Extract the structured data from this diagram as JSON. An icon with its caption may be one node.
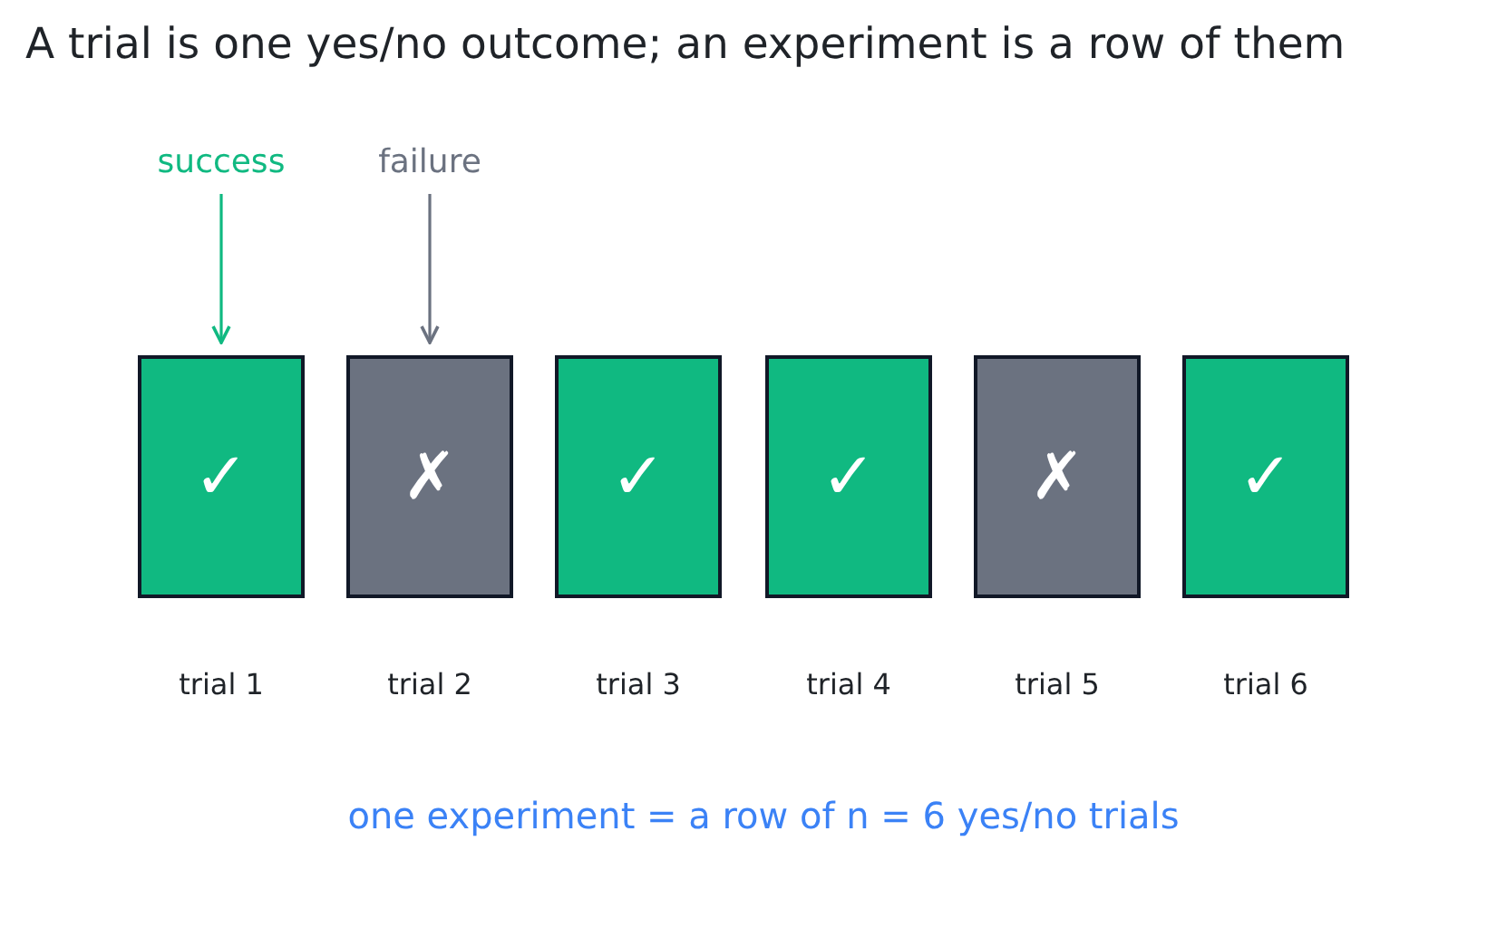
{
  "diagram": {
    "title": "A trial is one yes/no outcome; an experiment is a row of them",
    "caption": "one experiment = a row of n = 6 yes/no trials",
    "nodes": [
      {
        "text": [
          "success"
        ]
      },
      {
        "text": [
          "failure"
        ]
      },
      {
        "text": [
          "✓"
        ],
        "beside": [
          "trial 1"
        ]
      },
      {
        "text": [
          "✗"
        ],
        "beside": [
          "trial 2"
        ]
      },
      {
        "text": [
          "✓"
        ],
        "beside": [
          "trial 3"
        ]
      },
      {
        "text": [
          "✓"
        ],
        "beside": [
          "trial 4"
        ]
      },
      {
        "text": [
          "✗"
        ],
        "beside": [
          "trial 5"
        ]
      },
      {
        "text": [
          "✓"
        ],
        "beside": [
          "trial 6"
        ]
      }
    ],
    "edges": [
      {
        "from": 0,
        "to": 2,
        "arrow": "to",
        "color": "#10b981"
      },
      {
        "from": 1,
        "to": 3,
        "arrow": "to",
        "color": "#6b7280"
      }
    ]
  }
}
